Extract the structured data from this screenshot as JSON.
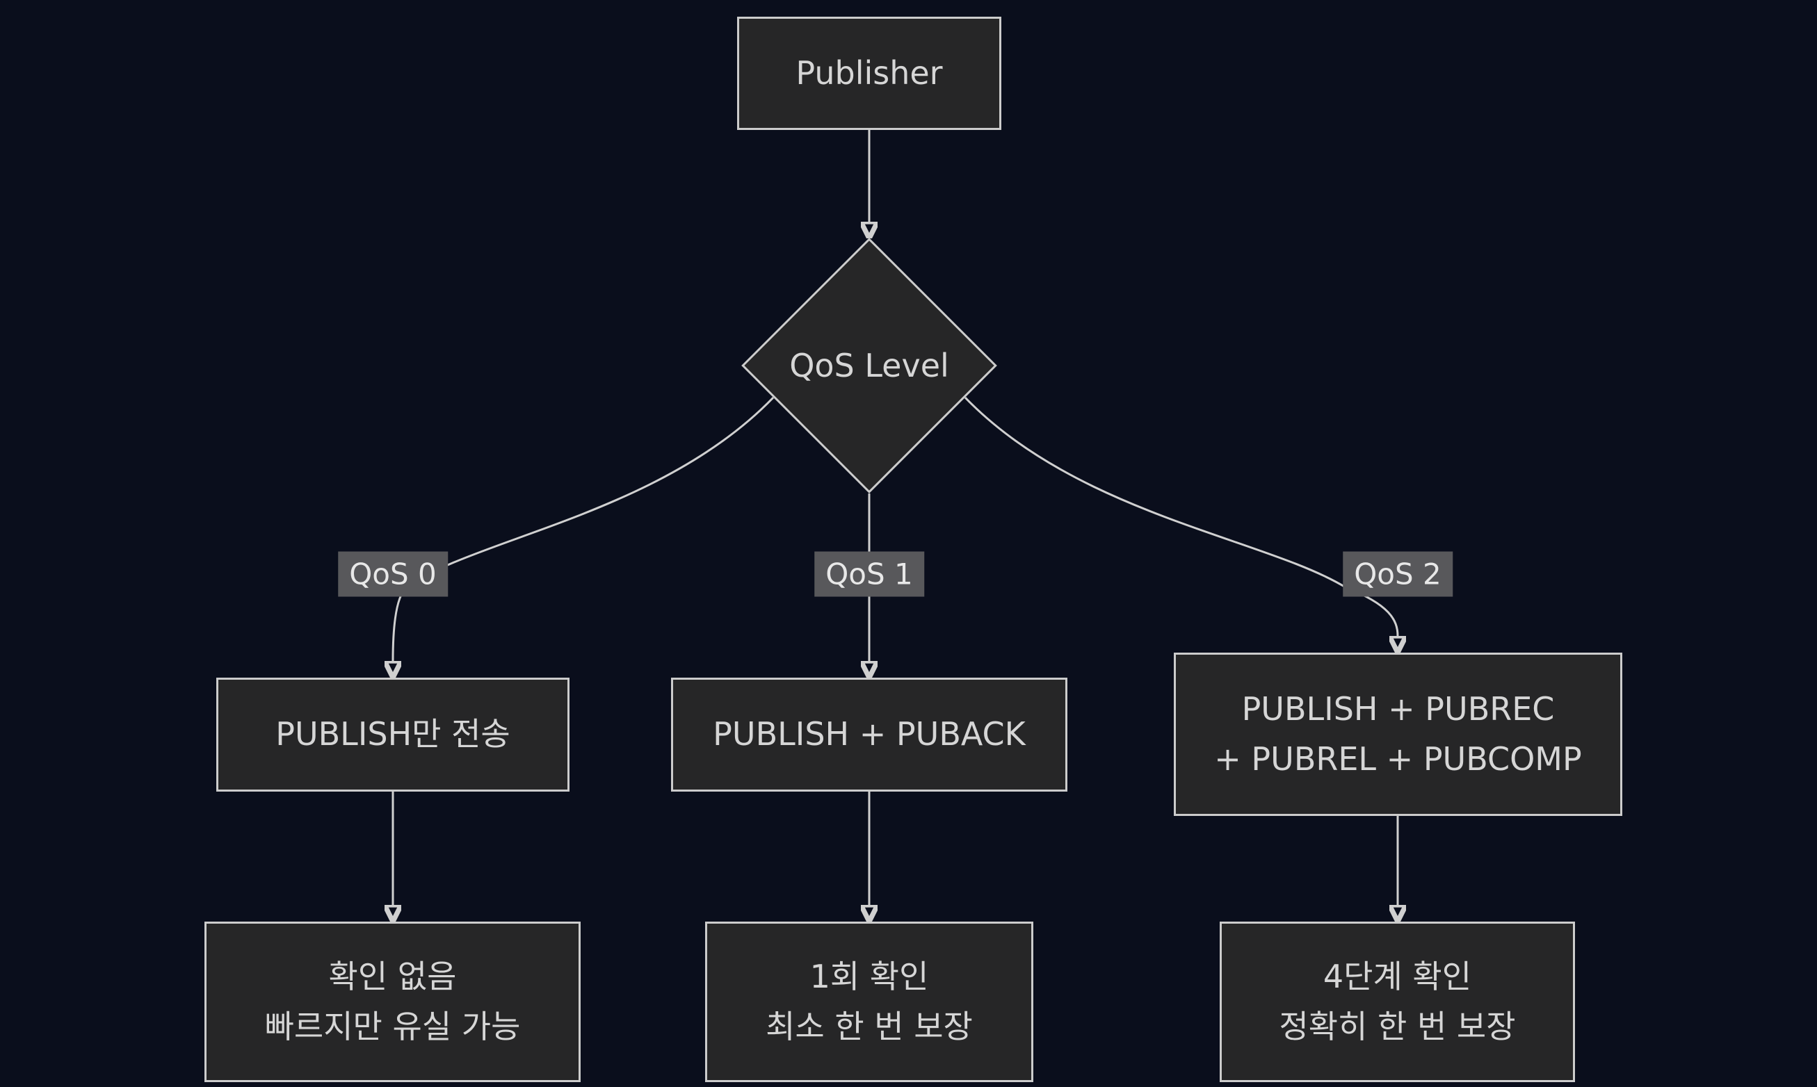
{
  "colors": {
    "bg": "#0a0e1c",
    "node_fill": "#262627",
    "node_border": "#cccccc",
    "node_text": "#d6d6d6",
    "label_bg": "#58585b",
    "label_text": "#e8e8e8",
    "edge": "#d0d0d0"
  },
  "nodes": {
    "publisher": {
      "label": "Publisher"
    },
    "qos_level": {
      "label": "QoS Level"
    },
    "qos0_action": {
      "label": "PUBLISH만 전송"
    },
    "qos1_action": {
      "label": "PUBLISH + PUBACK"
    },
    "qos2_action": {
      "label": "PUBLISH + PUBREC\n+ PUBREL + PUBCOMP"
    },
    "qos0_result": {
      "label": "확인 없음\n빠르지만 유실 가능"
    },
    "qos1_result": {
      "label": "1회 확인\n최소 한 번 보장"
    },
    "qos2_result": {
      "label": "4단계 확인\n정확히 한 번 보장"
    }
  },
  "edge_labels": {
    "qos0": "QoS 0",
    "qos1": "QoS 1",
    "qos2": "QoS 2"
  }
}
